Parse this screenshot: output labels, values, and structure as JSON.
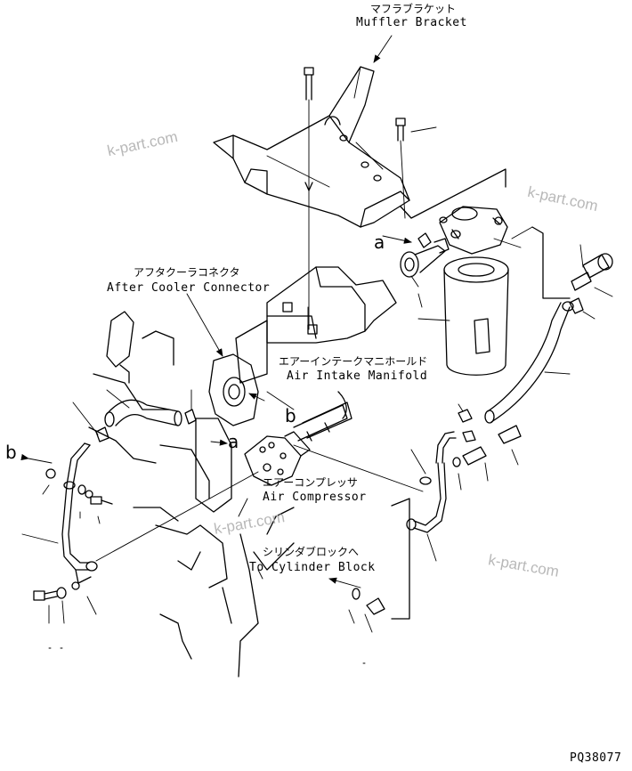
{
  "labels": {
    "muffler_bracket_jp": "マフラブラケット",
    "muffler_bracket_en": "Muffler Bracket",
    "after_cooler_jp": "アフタクーラコネクタ",
    "after_cooler_en": "After Cooler Connector",
    "air_intake_jp": "エアーインテークマニホールド",
    "air_intake_en": "Air Intake Manifold",
    "air_compressor_jp": "エアーコンプレッサ",
    "air_compressor_en": "Air Compressor",
    "cylinder_block_jp": "シリンダブロックへ",
    "cylinder_block_en": "To Cylinder Block"
  },
  "callouts": {
    "a_top": "a",
    "b_mid": "b",
    "a_mid": "a",
    "b_left": "b"
  },
  "watermarks": [
    "k-part.com",
    "k-part.com",
    "k-part.com",
    "k-part.com"
  ],
  "drawing_number": "PQ38077"
}
